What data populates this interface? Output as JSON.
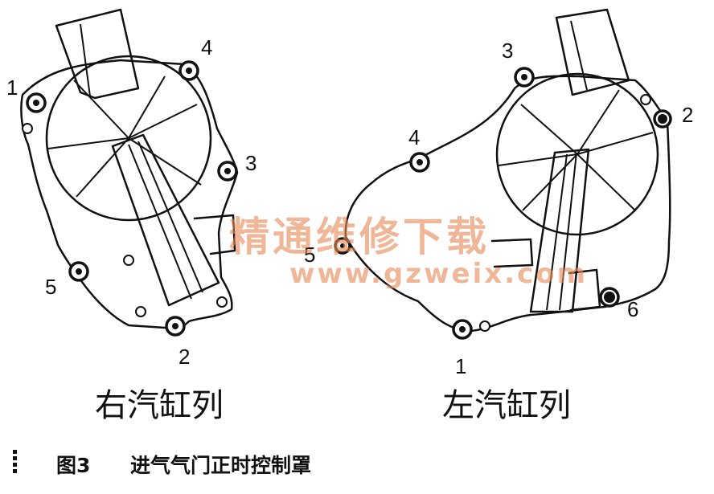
{
  "figure": {
    "caption_number": "图3",
    "caption_title": "进气气门正时控制罩",
    "watermark_cn": "精通维修下载",
    "watermark_url": "www.gzweix.com"
  },
  "right_bank": {
    "label": "右汽缸列",
    "bolt_numbers": [
      "1",
      "2",
      "3",
      "4",
      "5"
    ]
  },
  "left_bank": {
    "label": "左汽缸列",
    "bolt_numbers": [
      "1",
      "2",
      "3",
      "4",
      "5",
      "6"
    ]
  }
}
